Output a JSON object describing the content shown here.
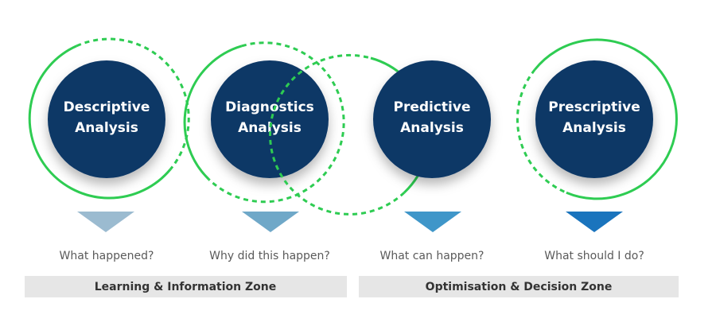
{
  "stages": [
    {
      "title_line1": "Descriptive",
      "title_line2": "Analysis",
      "question": "What happened?",
      "pointer_color": "#9bbbd0"
    },
    {
      "title_line1": "Diagnostics",
      "title_line2": "Analysis",
      "question": "Why did this happen?",
      "pointer_color": "#6fa8c8"
    },
    {
      "title_line1": "Predictive",
      "title_line2": "Analysis",
      "question": "What can happen?",
      "pointer_color": "#3f96c9"
    },
    {
      "title_line1": "Prescriptive",
      "title_line2": "Analysis",
      "question": "What should I do?",
      "pointer_color": "#1a74bd"
    }
  ],
  "zones": [
    {
      "label": "Learning & Information Zone"
    },
    {
      "label": "Optimisation & Decision Zone"
    }
  ],
  "colors": {
    "circle_fill": "#0c3766",
    "ring_green": "#2ecc52",
    "zone_background": "#e6e6e6"
  }
}
